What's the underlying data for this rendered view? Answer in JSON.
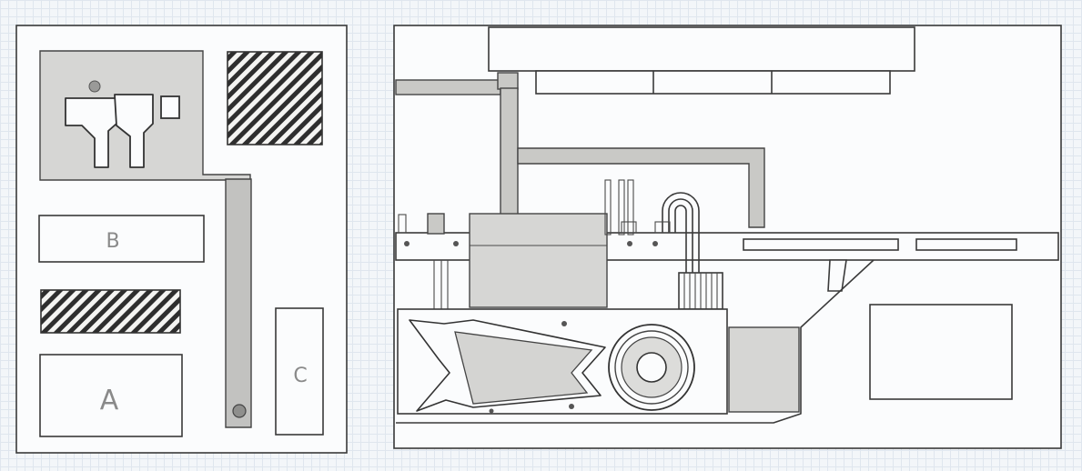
{
  "labels": {
    "a": "A",
    "b": "B",
    "c": "C"
  },
  "colors": {
    "pencil": "#3a3a3a",
    "shading": "#d6d6d4",
    "paper": "#fbfcfd",
    "grid": "#dfe6ee"
  }
}
